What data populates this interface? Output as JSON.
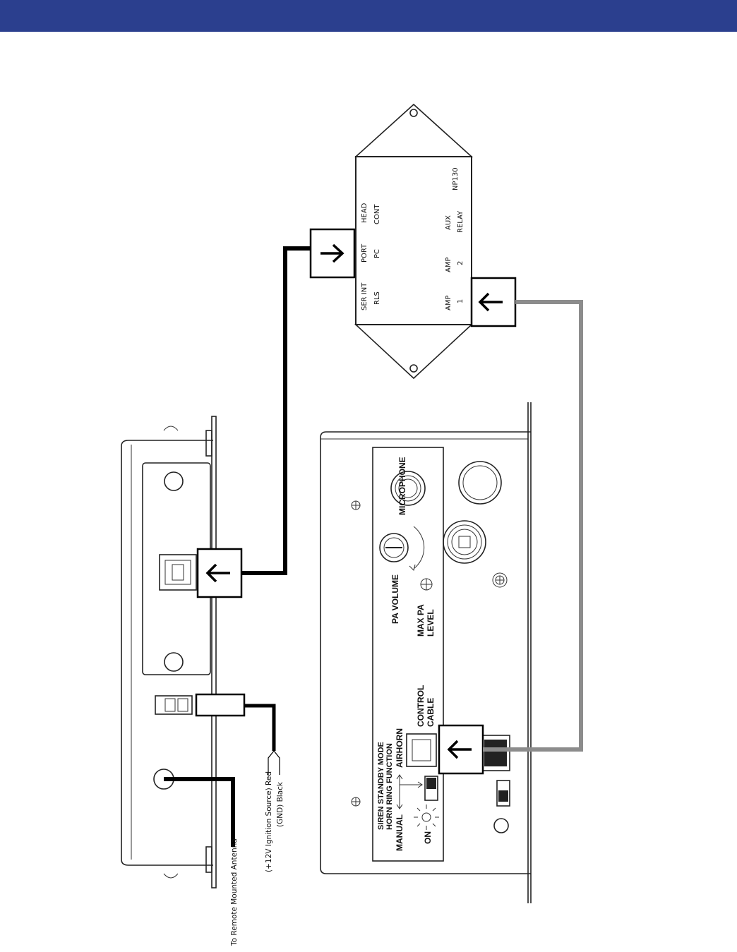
{
  "header": {
    "color": "#2b3f8e"
  },
  "colors": {
    "black_cable": "#000000",
    "gray_cable": "#8c8c8c",
    "outline": "#222222"
  },
  "np130_box": {
    "ports_left": [
      {
        "label_1": "SER INT",
        "label_2": "RLS"
      },
      {
        "label_1": "PORT",
        "label_2": "PC"
      },
      {
        "label_1": "HEAD",
        "label_2": "CONT"
      }
    ],
    "ports_right": [
      {
        "label_1": "AMP",
        "label_2": "1"
      },
      {
        "label_1": "AMP",
        "label_2": "2"
      },
      {
        "label_1": "AUX",
        "label_2": "RELAY"
      }
    ],
    "model": "NP130"
  },
  "arrows": {
    "icon": "arrow-icon"
  },
  "siren_unit": {
    "microphone": "MICROPHONE",
    "pa_volume": "PA VOLUME",
    "max_pa_level_1": "MAX PA",
    "max_pa_level_2": "LEVEL",
    "control_cable_1": "CONTROL",
    "control_cable_2": "CABLE",
    "siren_standby_mode": "SIREN STANDBY MODE",
    "horn_ring_function": "HORN RING FUNCTION",
    "manual": "MANUAL",
    "airhorn": "AIRHORN",
    "on": "ON"
  },
  "wiring": {
    "antenna": "To Remote Mounted Antenna",
    "power_red": "(+12V Ignition Source) Red",
    "power_black": "(GND) Black"
  }
}
